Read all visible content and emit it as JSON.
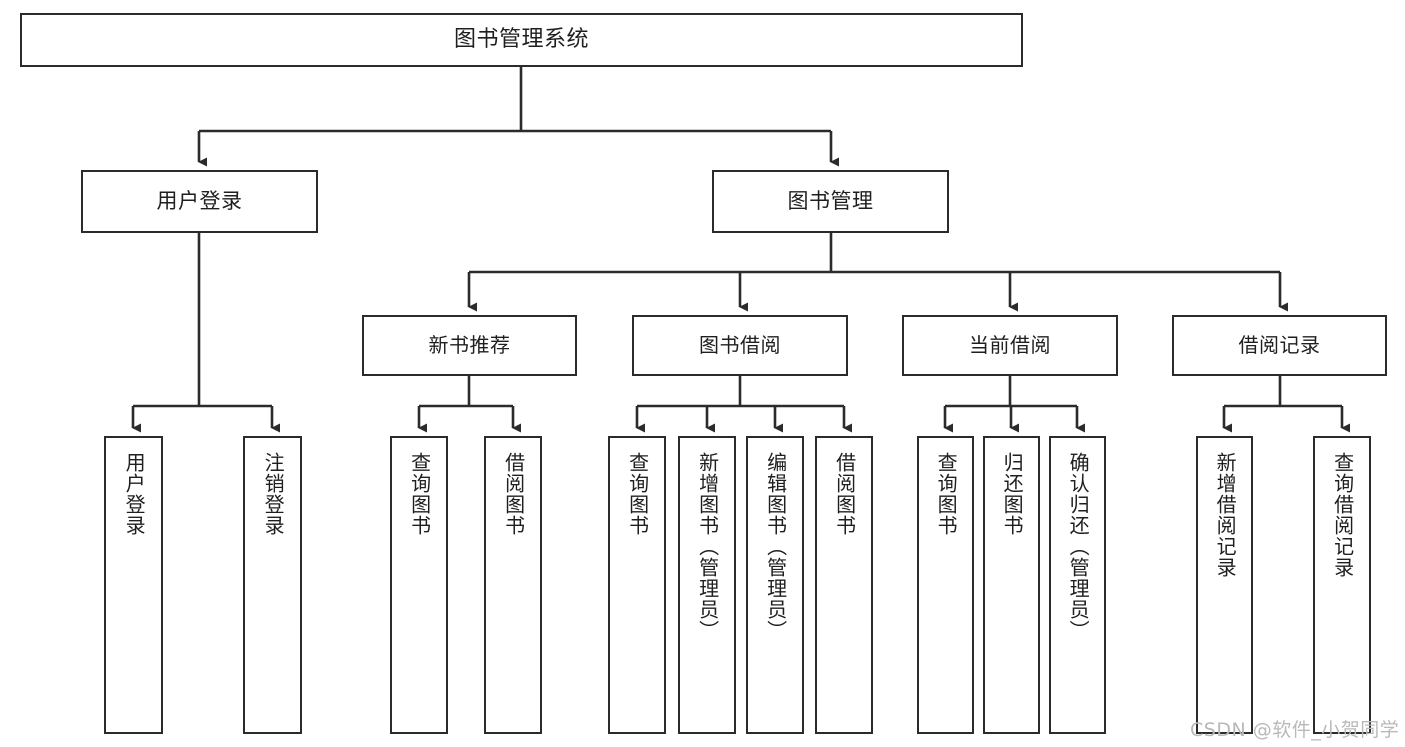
{
  "diagram": {
    "type": "tree",
    "title": "图书管理系统",
    "root": {
      "label": "图书管理系统"
    },
    "level2": [
      {
        "label": "用户登录"
      },
      {
        "label": "图书管理"
      }
    ],
    "level3": [
      {
        "label": "新书推荐"
      },
      {
        "label": "图书借阅"
      },
      {
        "label": "当前借阅"
      },
      {
        "label": "借阅记录"
      }
    ],
    "leaves": {
      "user_login": [
        {
          "label": "用户登录"
        },
        {
          "label": "注销登录"
        }
      ],
      "new_book_recommend": [
        {
          "label": "查询图书"
        },
        {
          "label": "借阅图书"
        }
      ],
      "book_borrow": [
        {
          "label": "查询图书"
        },
        {
          "label": "新增图书（管理员）"
        },
        {
          "label": "编辑图书（管理员）"
        },
        {
          "label": "借阅图书"
        }
      ],
      "current_borrow": [
        {
          "label": "查询图书"
        },
        {
          "label": "归还图书"
        },
        {
          "label": "确认归还（管理员）"
        }
      ],
      "borrow_record": [
        {
          "label": "新增借阅记录"
        },
        {
          "label": "查询借阅记录"
        }
      ]
    }
  },
  "watermark": {
    "text": "CSDN @软件_小贺同学"
  },
  "colors": {
    "border": "#2b2b2b",
    "text": "#1f1f1f",
    "background": "#ffffff",
    "watermark": "#b9b9b9"
  }
}
